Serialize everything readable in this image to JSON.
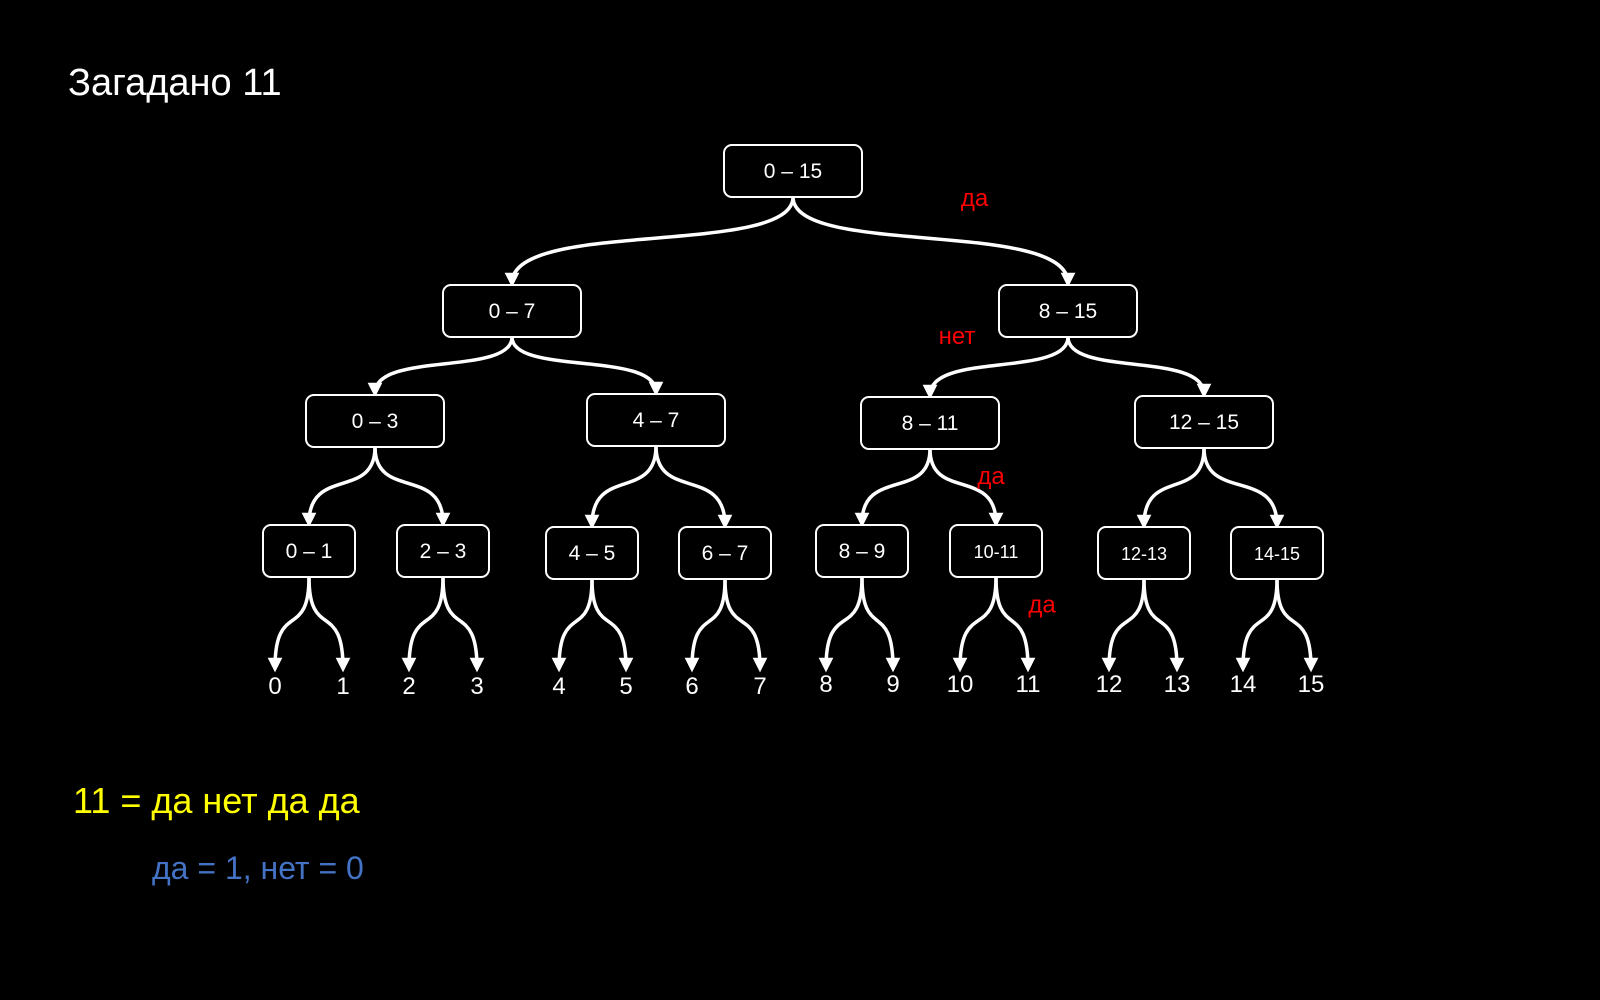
{
  "title": "Загадано 11",
  "colors": {
    "background": "#000000",
    "foreground": "#ffffff",
    "answer": "#ff0000",
    "encoding": "#ffff00",
    "legend": "#4472c4"
  },
  "tree": {
    "nodes": [
      {
        "id": "n0-15",
        "label": "0 – 15",
        "level": 0,
        "small": false
      },
      {
        "id": "n0-7",
        "label": "0 – 7",
        "level": 1,
        "parent": "n0-15",
        "small": false
      },
      {
        "id": "n8-15",
        "label": "8 – 15",
        "level": 1,
        "parent": "n0-15",
        "small": false
      },
      {
        "id": "n0-3",
        "label": "0 – 3",
        "level": 2,
        "parent": "n0-7",
        "small": false
      },
      {
        "id": "n4-7",
        "label": "4 – 7",
        "level": 2,
        "parent": "n0-7",
        "small": false
      },
      {
        "id": "n8-11",
        "label": "8 – 11",
        "level": 2,
        "parent": "n8-15",
        "small": false
      },
      {
        "id": "n12-15",
        "label": "12 – 15",
        "level": 2,
        "parent": "n8-15",
        "small": false
      },
      {
        "id": "n0-1",
        "label": "0 – 1",
        "level": 3,
        "parent": "n0-3",
        "small": false
      },
      {
        "id": "n2-3",
        "label": "2 – 3",
        "level": 3,
        "parent": "n0-3",
        "small": false
      },
      {
        "id": "n4-5",
        "label": "4 – 5",
        "level": 3,
        "parent": "n4-7",
        "small": false
      },
      {
        "id": "n6-7",
        "label": "6 – 7",
        "level": 3,
        "parent": "n4-7",
        "small": false
      },
      {
        "id": "n8-9",
        "label": "8 – 9",
        "level": 3,
        "parent": "n8-11",
        "small": false
      },
      {
        "id": "n10-11",
        "label": "10-11",
        "level": 3,
        "parent": "n8-11",
        "small": true
      },
      {
        "id": "n12-13",
        "label": "12-13",
        "level": 3,
        "parent": "n12-15",
        "small": true
      },
      {
        "id": "n14-15",
        "label": "14-15",
        "level": 3,
        "parent": "n12-15",
        "small": true
      }
    ],
    "leaves": [
      "0",
      "1",
      "2",
      "3",
      "4",
      "5",
      "6",
      "7",
      "8",
      "9",
      "10",
      "11",
      "12",
      "13",
      "14",
      "15"
    ],
    "answers": [
      {
        "text": "да",
        "edge_from": "n0-15",
        "edge_to": "n8-15"
      },
      {
        "text": "нет",
        "edge_from": "n8-15",
        "edge_to": "n8-11"
      },
      {
        "text": "да",
        "edge_from": "n8-11",
        "edge_to": "n10-11"
      },
      {
        "text": "да",
        "edge_from": "n10-11",
        "edge_to": "leaf-11"
      }
    ]
  },
  "encoding": "11 = да нет да да",
  "legend": "да = 1, нет = 0"
}
